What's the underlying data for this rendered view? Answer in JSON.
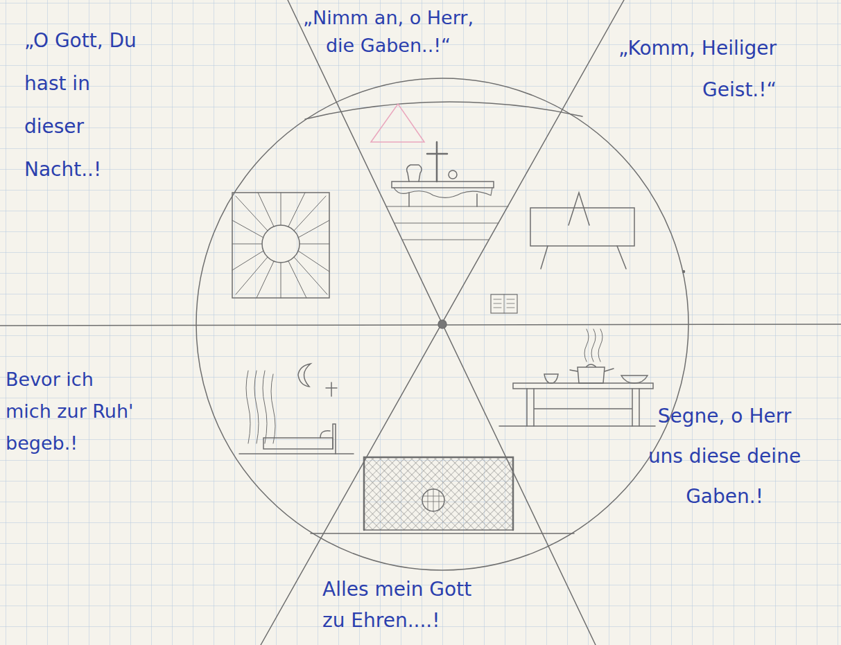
{
  "diagram": {
    "labels": [
      "„O Gott, Du hast in dieser Nacht..!",
      "„Nimm an, o Herr, die Gaben..!“",
      "„Komm, Heiliger Geist.!“",
      "Bevor ich mich zur Ruh' begeb.!",
      "Segne, o Herr uns diese deine Gaben.!",
      "Alles mein Gott zu Ehren....!"
    ]
  }
}
